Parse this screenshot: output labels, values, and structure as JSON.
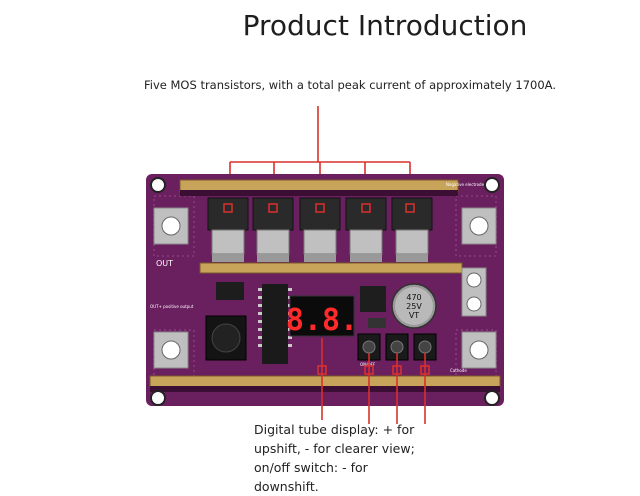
{
  "title": "Product Introduction",
  "caption_top": "Five MOS transistors, with a total peak current of approximately 1700A.",
  "caption_bottom": "Digital tube display: + for upshift, - for clearer view; on/off switch: - for downshift.",
  "board": {
    "label_out": "OUT",
    "label_neg": "Negative electrode",
    "label_pos": "OUT+ positive output",
    "label_cathode": "Cathode",
    "display_text": "8.8.",
    "cap_line1": "470",
    "cap_line2": "25V",
    "cap_line3": "VT",
    "label_onoff": "ON/OFF"
  },
  "colors": {
    "pcb": "#6a1f5f",
    "pcb_dark": "#4b1244",
    "copper": "#c8a35a",
    "callout": "#d9302c",
    "display_red": "#ff2a2a"
  }
}
